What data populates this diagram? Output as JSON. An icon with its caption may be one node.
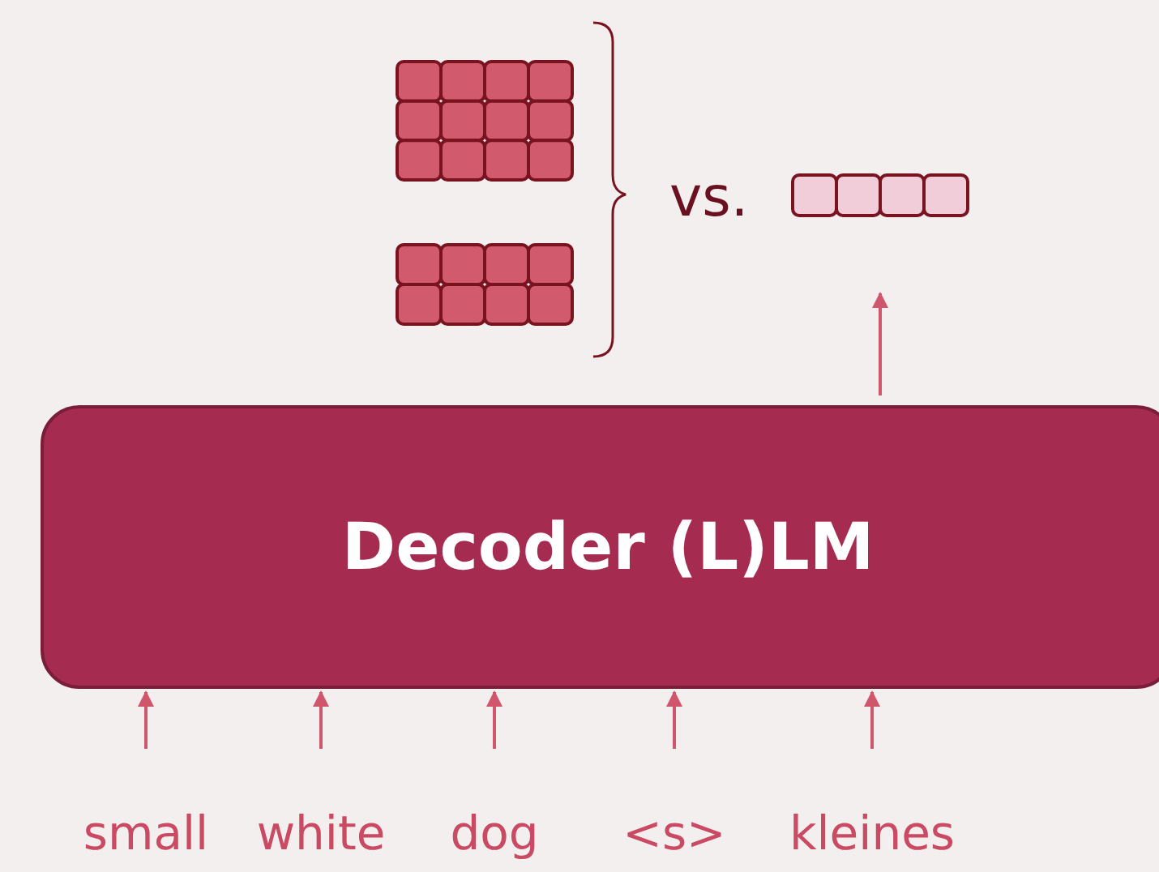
{
  "diagram": {
    "nodes": [
      {
        "text": [
          "Decoder (L)LM"
        ]
      },
      {
        "text": [
          "small"
        ]
      },
      {
        "text": [
          "white"
        ]
      },
      {
        "text": [
          "dog"
        ]
      },
      {
        "text": [
          "<s>"
        ]
      },
      {
        "text": [
          "kleines"
        ]
      },
      {
        "text": [],
        "shape": "box"
      },
      {
        "text": [],
        "shape": "box"
      },
      {
        "text": [],
        "shape": "box"
      }
    ],
    "edges": [
      {
        "from": 1,
        "to": 0,
        "arrow": "to"
      },
      {
        "from": 2,
        "to": 0,
        "arrow": "to"
      },
      {
        "from": 3,
        "to": 0,
        "arrow": "to"
      },
      {
        "from": 4,
        "to": 0,
        "arrow": "to"
      },
      {
        "from": 5,
        "to": 0,
        "arrow": "to"
      },
      {
        "from": 0,
        "to": 8,
        "arrow": "to"
      }
    ],
    "labels": [
      "vs."
    ]
  }
}
